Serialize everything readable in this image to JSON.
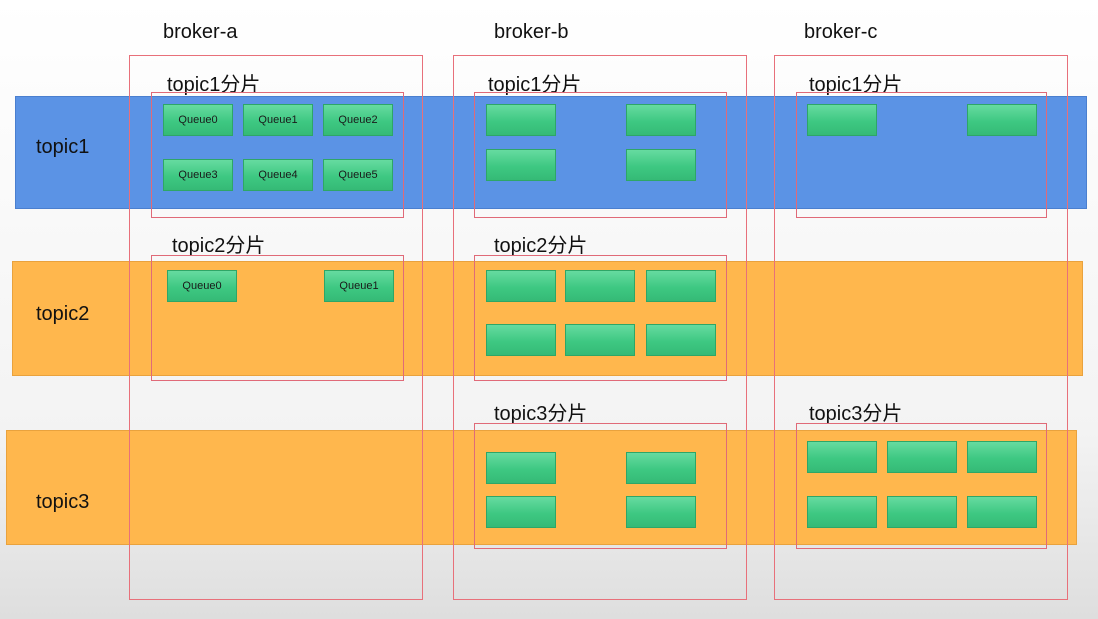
{
  "brokers": [
    {
      "id": "a",
      "label": "broker-a"
    },
    {
      "id": "b",
      "label": "broker-b"
    },
    {
      "id": "c",
      "label": "broker-c"
    }
  ],
  "topics": [
    {
      "id": "topic1",
      "label": "topic1",
      "color": "#5b93e5"
    },
    {
      "id": "topic2",
      "label": "topic2",
      "color": "#ffb74d"
    },
    {
      "id": "topic3",
      "label": "topic3",
      "color": "#ffb74d"
    }
  ],
  "partitions": {
    "a_topic1": {
      "label": "topic1分片",
      "queues": [
        "Queue0",
        "Queue1",
        "Queue2",
        "Queue3",
        "Queue4",
        "Queue5"
      ]
    },
    "a_topic2": {
      "label": "topic2分片",
      "queues": [
        "Queue0",
        "Queue1"
      ]
    },
    "b_topic1": {
      "label": "topic1分片",
      "queues": [
        "",
        "",
        "",
        ""
      ]
    },
    "b_topic2": {
      "label": "topic2分片",
      "queues": [
        "",
        "",
        "",
        "",
        "",
        ""
      ]
    },
    "b_topic3": {
      "label": "topic3分片",
      "queues": [
        "",
        "",
        "",
        ""
      ]
    },
    "c_topic1": {
      "label": "topic1分片",
      "queues": [
        "",
        ""
      ]
    },
    "c_topic3": {
      "label": "topic3分片",
      "queues": [
        "",
        "",
        "",
        "",
        "",
        ""
      ]
    }
  },
  "colors": {
    "queue_green": "#3ec882",
    "box_border": "#e06a78"
  }
}
